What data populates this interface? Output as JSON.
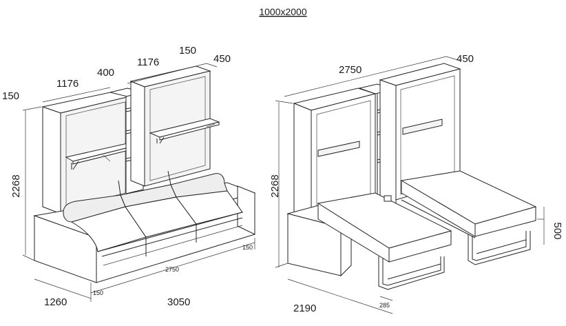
{
  "title": "1000x2000",
  "left": {
    "dims": {
      "w150": "150",
      "w1176a": "1176",
      "w400": "400",
      "w1176b": "1176",
      "w150b": "150",
      "d450": "450",
      "h2268": "2268",
      "sofa_inner": "2750",
      "sofa_arm": "150",
      "sofa_arm2": "150",
      "depth": "1260",
      "total": "3050"
    }
  },
  "right": {
    "dims": {
      "width": "2750",
      "d450": "450",
      "h2268": "2268",
      "bed_h": "500",
      "depth": "2190",
      "leg": "285"
    }
  }
}
